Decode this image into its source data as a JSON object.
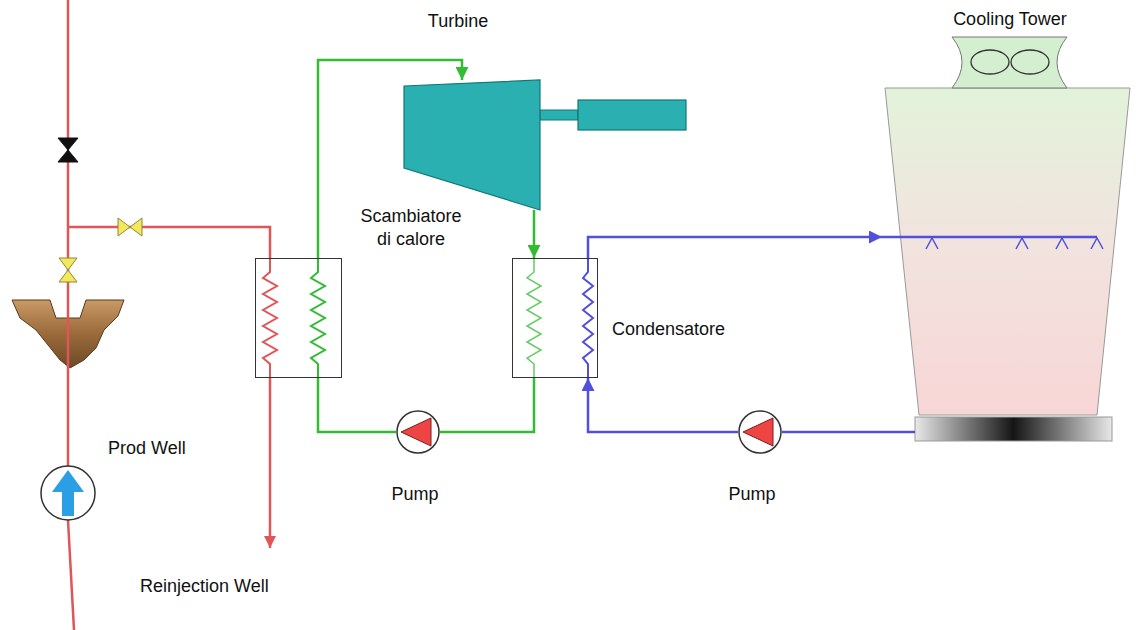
{
  "diagram": {
    "nodes": [
      {
        "text": [
          "Turbine"
        ]
      },
      {
        "text": [
          "Cooling Tower"
        ]
      },
      {
        "text": [
          "Scambiatore di calore"
        ]
      },
      {
        "text": [
          "Condensatore"
        ]
      },
      {
        "text": [
          "Pump"
        ]
      },
      {
        "text": [
          "Pump"
        ]
      }
    ],
    "edges": [
      {
        "from": 2,
        "to": 0,
        "arrow": "to"
      },
      {
        "from": 0,
        "to": 3,
        "arrow": "to"
      },
      {
        "from": 3,
        "to": 4,
        "arrow": "none"
      },
      {
        "from": 4,
        "to": 2,
        "arrow": "none"
      },
      {
        "from": 3,
        "to": 1,
        "arrow": "to"
      },
      {
        "from": 1,
        "to": 5,
        "arrow": "none"
      },
      {
        "from": 5,
        "to": 3,
        "arrow": "to"
      }
    ],
    "labels": [
      "Prod Well",
      "Reinjection Well"
    ]
  }
}
